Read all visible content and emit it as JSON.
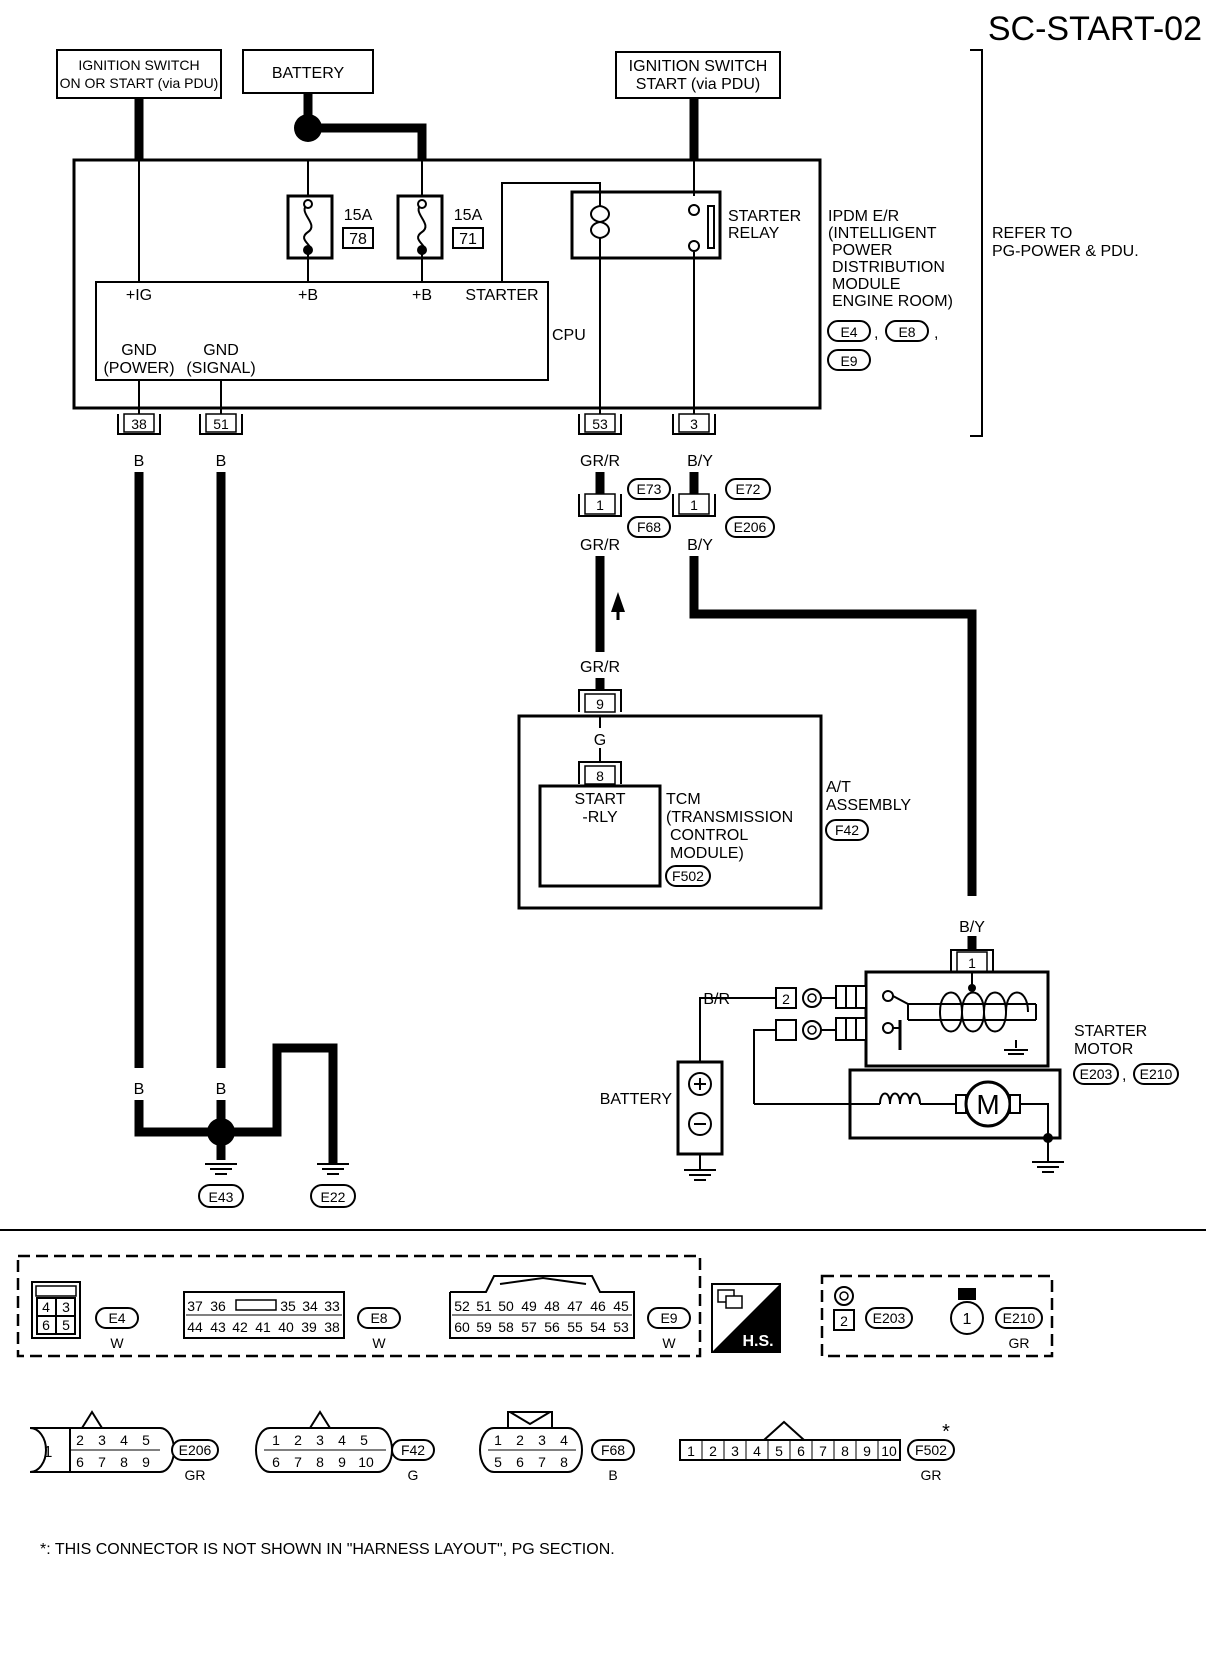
{
  "diagram": {
    "id": "SC-START-02",
    "refer_note": [
      "REFER TO",
      "PG-POWER & PDU."
    ],
    "sources": {
      "ign_on_start": [
        "IGNITION SWITCH",
        "ON OR START (via PDU)"
      ],
      "battery": "BATTERY",
      "ign_start": [
        "IGNITION SWITCH",
        "START (via PDU)"
      ]
    },
    "ipdm": {
      "name_lines": [
        "IPDM E/R",
        "(INTELLIGENT",
        "POWER",
        "DISTRIBUTION",
        "MODULE",
        "ENGINE ROOM)"
      ],
      "connectors": [
        "E4",
        "E8",
        "E9"
      ],
      "cpu_label": "CPU",
      "starter_relay": [
        "STARTER",
        "RELAY"
      ],
      "fuses": [
        {
          "amp": "15A",
          "num": "78"
        },
        {
          "amp": "15A",
          "num": "71"
        }
      ],
      "terminals": {
        "ig": "+IG",
        "b1": "+B",
        "b2": "+B",
        "starter": "STARTER"
      },
      "gnd_power": [
        "GND",
        "(POWER)"
      ],
      "gnd_signal": [
        "GND",
        "(SIGNAL)"
      ]
    },
    "pins": {
      "p38": "38",
      "p51": "51",
      "p53": "53",
      "p3": "3",
      "p9": "9",
      "p8": "8",
      "p1": "1",
      "p2": "2"
    },
    "wires": {
      "b": "B",
      "grr": "GR/R",
      "by": "B/Y",
      "g": "G",
      "br": "B/R"
    },
    "inline_connectors": {
      "e73": "E73",
      "f68": "F68",
      "e72": "E72",
      "e206": "E206"
    },
    "tcm": {
      "start_rly": [
        "START",
        "-RLY"
      ],
      "name_lines": [
        "TCM",
        "(TRANSMISSION",
        "CONTROL",
        "MODULE)"
      ],
      "connector": "F502"
    },
    "at_assembly": {
      "name_lines": [
        "A/T",
        "ASSEMBLY"
      ],
      "connector": "F42"
    },
    "starter_motor": {
      "name_lines": [
        "STARTER",
        "MOTOR"
      ],
      "connectors": [
        "E203",
        "E210"
      ],
      "motor_symbol": "M"
    },
    "battery2": "BATTERY",
    "grounds": [
      "E43",
      "E22"
    ],
    "hs_label": "H.S.",
    "legend": {
      "e4": {
        "pins": [
          "4",
          "3",
          "6",
          "5"
        ],
        "name": "E4",
        "color": "W"
      },
      "e8": {
        "pins_top": [
          "37",
          "36",
          "35",
          "34",
          "33"
        ],
        "pins_bottom": [
          "44",
          "43",
          "42",
          "41",
          "40",
          "39",
          "38"
        ],
        "name": "E8",
        "color": "W"
      },
      "e9": {
        "pins_top": [
          "52",
          "51",
          "50",
          "49",
          "48",
          "47",
          "46",
          "45"
        ],
        "pins_bottom": [
          "60",
          "59",
          "58",
          "57",
          "56",
          "55",
          "54",
          "53"
        ],
        "name": "E9",
        "color": "W"
      },
      "e203": {
        "pin": "2",
        "name": "E203"
      },
      "e210": {
        "pin": "1",
        "name": "E210",
        "color": "GR"
      },
      "e206": {
        "big": "1",
        "pins_top": [
          "2",
          "3",
          "4",
          "5"
        ],
        "pins_bottom": [
          "6",
          "7",
          "8",
          "9"
        ],
        "name": "E206",
        "color": "GR"
      },
      "f42": {
        "pins_top": [
          "1",
          "2",
          "3",
          "4",
          "5"
        ],
        "pins_bottom": [
          "6",
          "7",
          "8",
          "9",
          "10"
        ],
        "name": "F42",
        "color": "G"
      },
      "f68": {
        "pins_top": [
          "1",
          "2",
          "3",
          "4"
        ],
        "pins_bottom": [
          "5",
          "6",
          "7",
          "8"
        ],
        "name": "F68",
        "color": "B"
      },
      "f502": {
        "pins": [
          "1",
          "2",
          "3",
          "4",
          "5",
          "6",
          "7",
          "8",
          "9",
          "10"
        ],
        "name": "F502",
        "color": "GR",
        "mark": "*"
      }
    },
    "footnote": "*: THIS CONNECTOR IS NOT SHOWN IN \"HARNESS LAYOUT\", PG SECTION."
  }
}
